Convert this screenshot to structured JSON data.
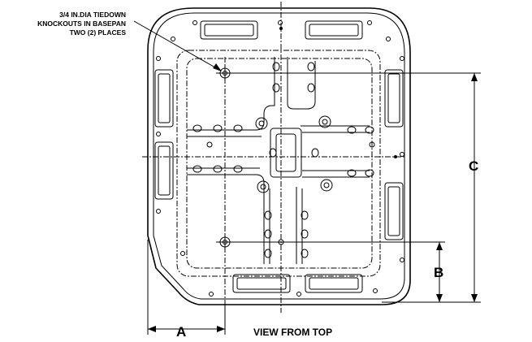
{
  "note": {
    "lines": [
      "3/4 IN.DIA TIEDOWN",
      "KNOCKOUTS IN BASEPAN",
      "TWO (2) PLACES"
    ]
  },
  "dimensions": {
    "a": "A",
    "b": "B",
    "c": "C"
  },
  "caption": "VIEW FROM TOP"
}
